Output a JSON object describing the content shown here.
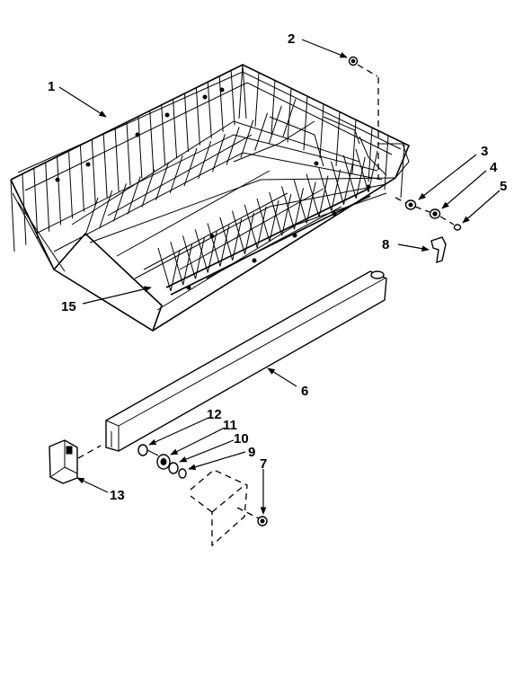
{
  "callouts": [
    {
      "id": "1",
      "label": "1"
    },
    {
      "id": "2",
      "label": "2"
    },
    {
      "id": "3",
      "label": "3"
    },
    {
      "id": "4",
      "label": "4"
    },
    {
      "id": "5",
      "label": "5"
    },
    {
      "id": "6",
      "label": "6"
    },
    {
      "id": "7",
      "label": "7"
    },
    {
      "id": "8",
      "label": "8"
    },
    {
      "id": "9",
      "label": "9"
    },
    {
      "id": "10",
      "label": "10"
    },
    {
      "id": "11",
      "label": "11"
    },
    {
      "id": "12",
      "label": "12"
    },
    {
      "id": "13",
      "label": "13"
    },
    {
      "id": "15",
      "label": "15"
    }
  ]
}
